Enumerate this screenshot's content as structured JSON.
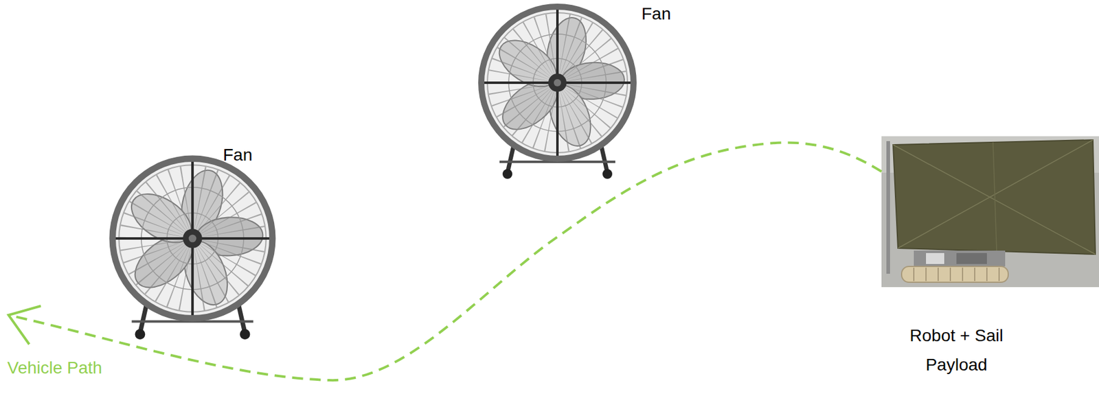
{
  "diagram": {
    "labels": [
      "Fan",
      "Fan",
      "Robot + Sail Payload",
      "Vehicle Path"
    ]
  }
}
